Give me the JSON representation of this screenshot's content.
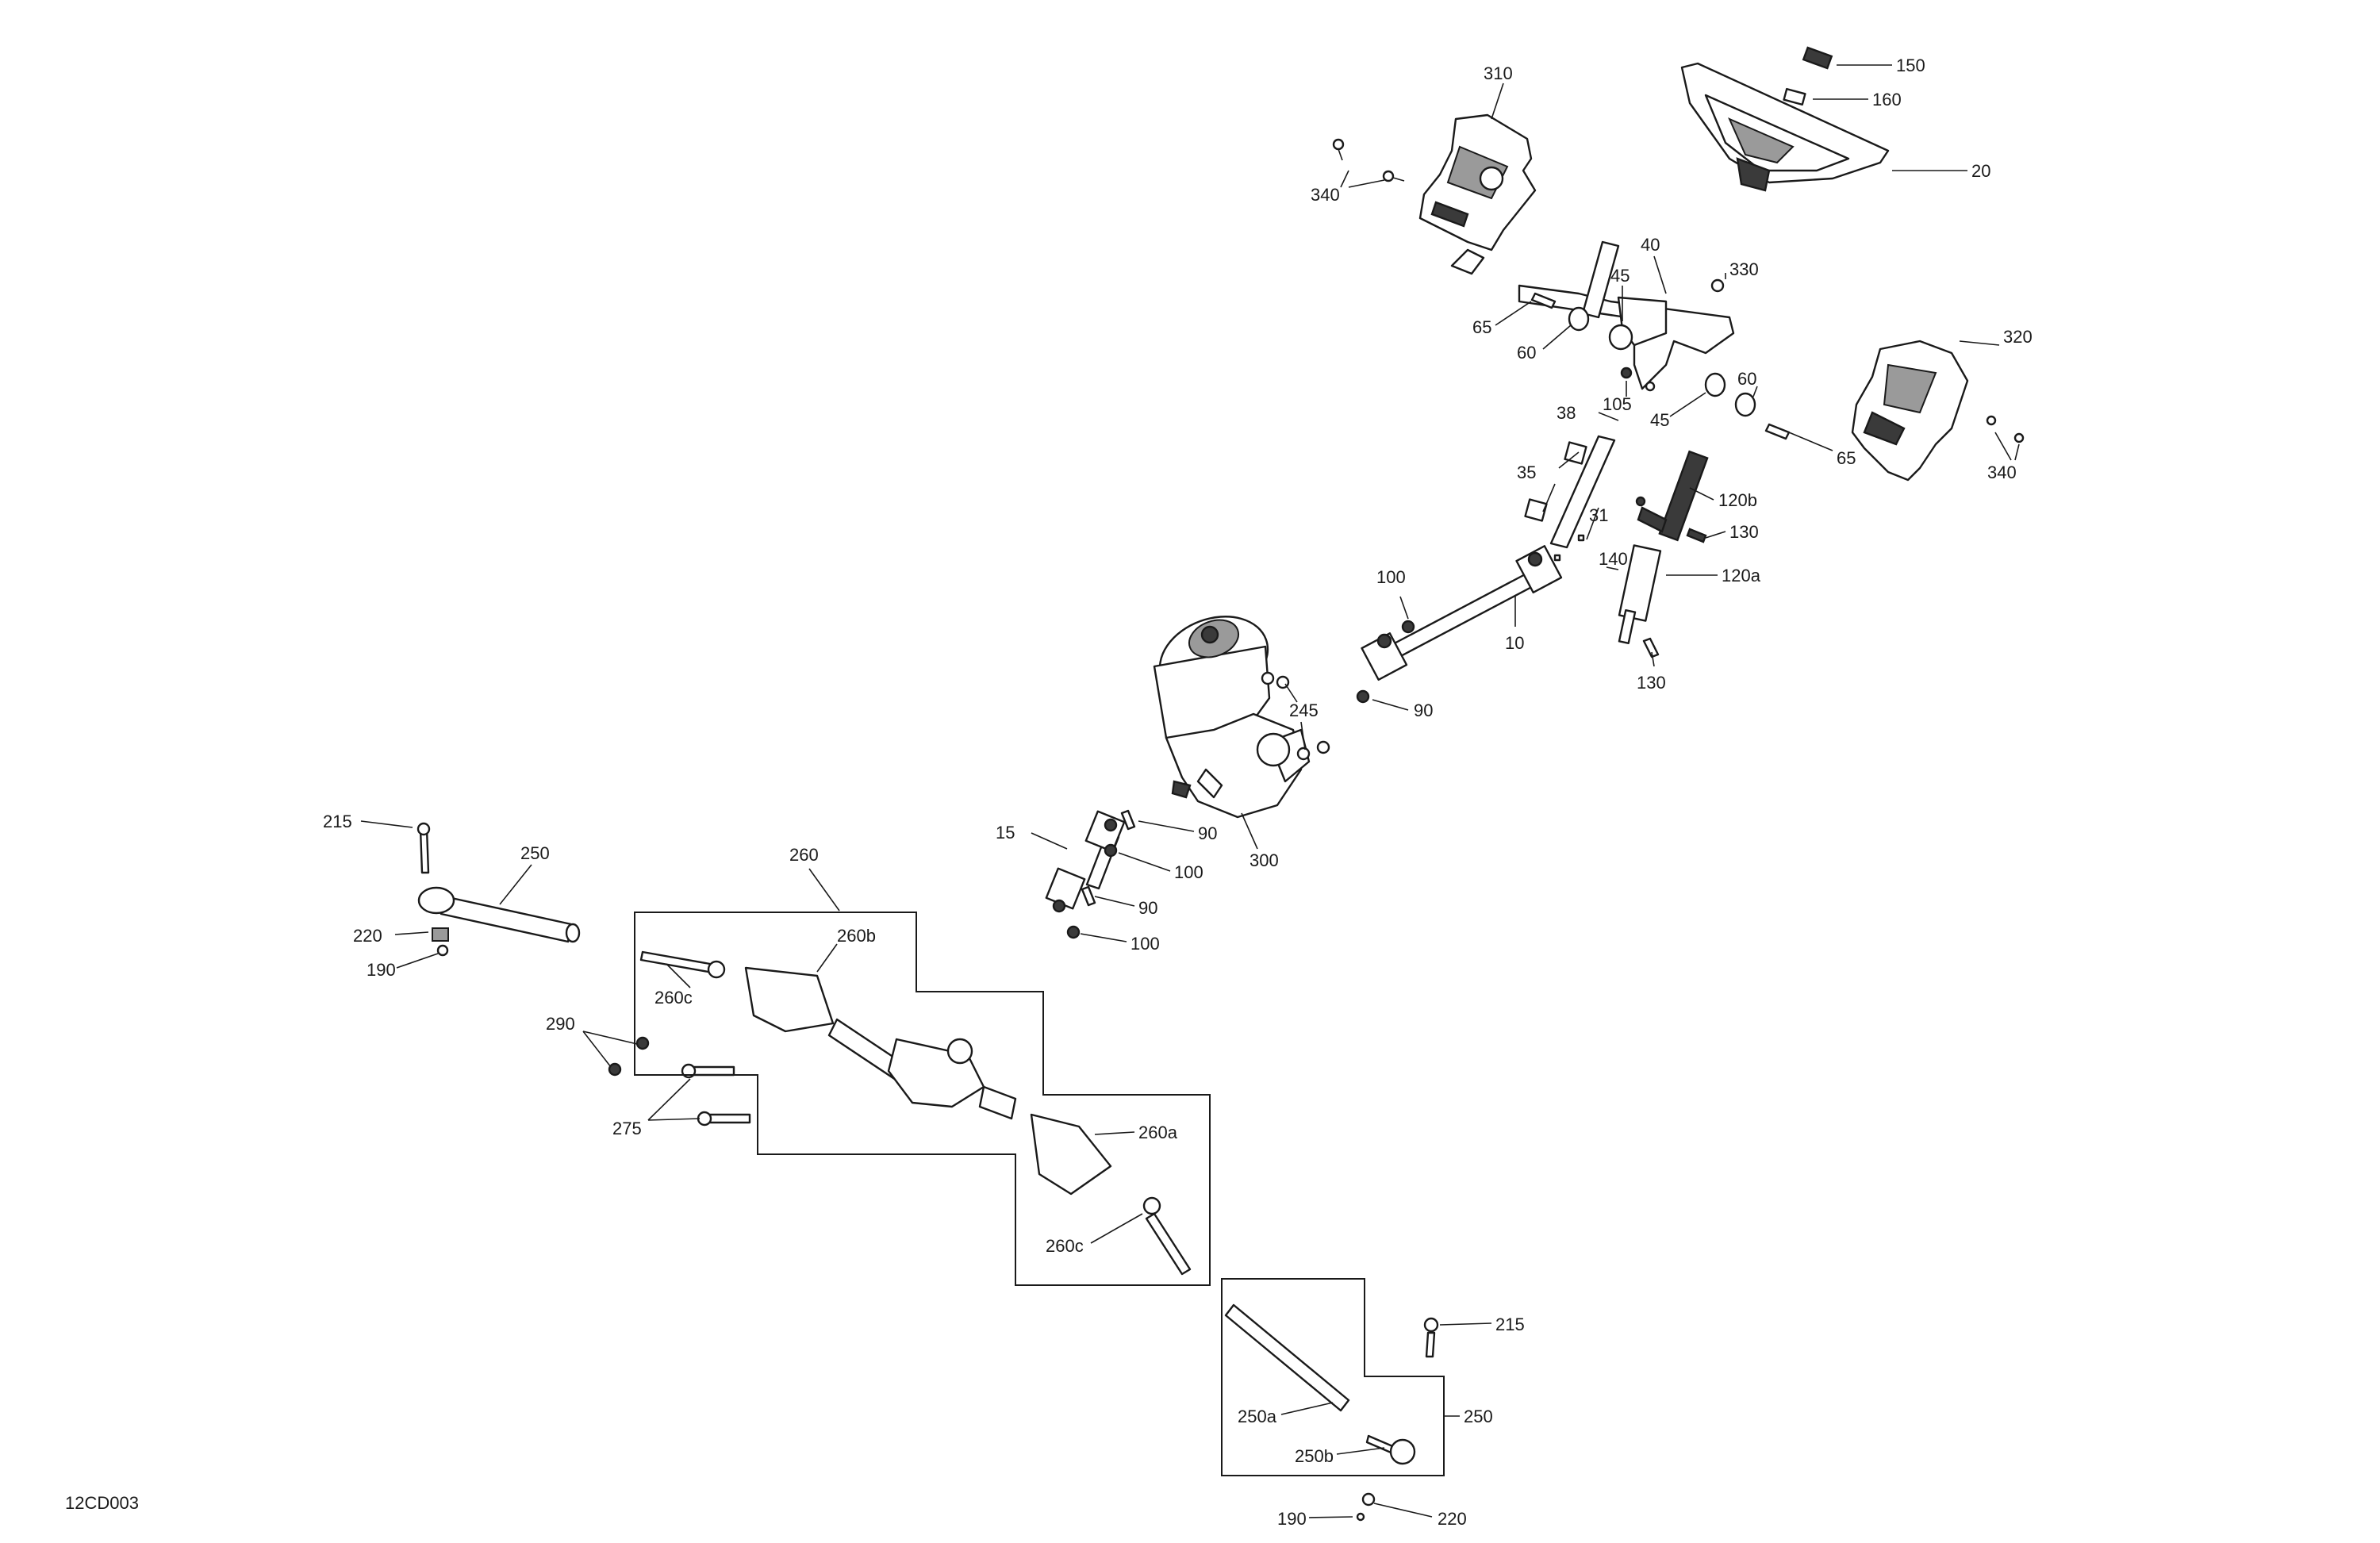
{
  "diagram_code": "12CD003",
  "callouts": [
    {
      "id": "c150",
      "text": "150"
    },
    {
      "id": "c160",
      "text": "160"
    },
    {
      "id": "c20",
      "text": "20"
    },
    {
      "id": "c310",
      "text": "310"
    },
    {
      "id": "c340a",
      "text": "340"
    },
    {
      "id": "c40",
      "text": "40"
    },
    {
      "id": "c45a",
      "text": "45"
    },
    {
      "id": "c330",
      "text": "330"
    },
    {
      "id": "c65a",
      "text": "65"
    },
    {
      "id": "c60a",
      "text": "60"
    },
    {
      "id": "c105",
      "text": "105"
    },
    {
      "id": "c45b",
      "text": "45"
    },
    {
      "id": "c60b",
      "text": "60"
    },
    {
      "id": "c320",
      "text": "320"
    },
    {
      "id": "c65b",
      "text": "65"
    },
    {
      "id": "c340b",
      "text": "340"
    },
    {
      "id": "c38",
      "text": "38"
    },
    {
      "id": "c35",
      "text": "35"
    },
    {
      "id": "c31",
      "text": "31"
    },
    {
      "id": "c120b",
      "text": "120b"
    },
    {
      "id": "c130a",
      "text": "130"
    },
    {
      "id": "c140",
      "text": "140"
    },
    {
      "id": "c120a",
      "text": "120a"
    },
    {
      "id": "c130b",
      "text": "130"
    },
    {
      "id": "c100a",
      "text": "100"
    },
    {
      "id": "c10",
      "text": "10"
    },
    {
      "id": "c245",
      "text": "245"
    },
    {
      "id": "c90a",
      "text": "90"
    },
    {
      "id": "c300",
      "text": "300"
    },
    {
      "id": "c15",
      "text": "15"
    },
    {
      "id": "c90b",
      "text": "90"
    },
    {
      "id": "c100b",
      "text": "100"
    },
    {
      "id": "c90c",
      "text": "90"
    },
    {
      "id": "c100c",
      "text": "100"
    },
    {
      "id": "c215a",
      "text": "215"
    },
    {
      "id": "c250a",
      "text": "250"
    },
    {
      "id": "c220a",
      "text": "220"
    },
    {
      "id": "c190a",
      "text": "190"
    },
    {
      "id": "c260",
      "text": "260"
    },
    {
      "id": "c260b",
      "text": "260b"
    },
    {
      "id": "c260c1",
      "text": "260c"
    },
    {
      "id": "c290",
      "text": "290"
    },
    {
      "id": "c275",
      "text": "275"
    },
    {
      "id": "c260a",
      "text": "260a"
    },
    {
      "id": "c260c2",
      "text": "260c"
    },
    {
      "id": "c215b",
      "text": "215"
    },
    {
      "id": "c250b",
      "text": "250"
    },
    {
      "id": "c250aa",
      "text": "250a"
    },
    {
      "id": "c250bb",
      "text": "250b"
    },
    {
      "id": "c190b",
      "text": "190"
    },
    {
      "id": "c220b",
      "text": "220"
    }
  ]
}
